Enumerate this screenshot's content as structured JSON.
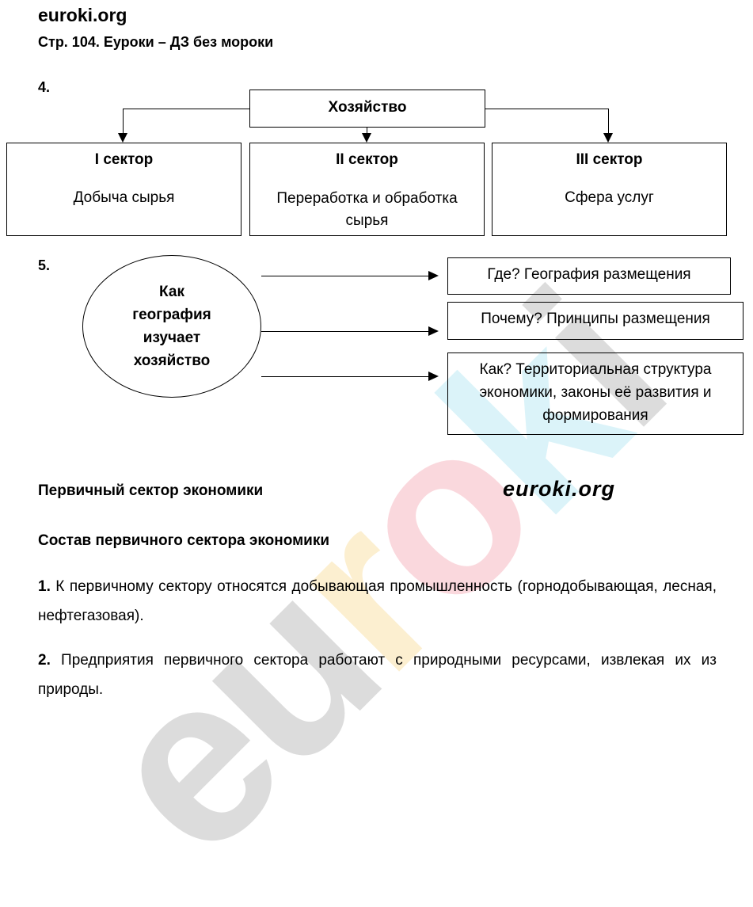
{
  "header": {
    "site": "euroki.org",
    "subtitle": "Стр. 104. Еуроки – ДЗ без мороки"
  },
  "watermark": "euroki",
  "task4": {
    "number": "4.",
    "root": "Хозяйство",
    "sectors": [
      {
        "title": "I сектор",
        "text": "Добыча сырья"
      },
      {
        "title": "II сектор",
        "text": "Переработка и обработка сырья"
      },
      {
        "title": "III сектор",
        "text": "Сфера услуг"
      }
    ]
  },
  "task5": {
    "number": "5.",
    "center": "Как география изучает хозяйство",
    "items": [
      "Где? География размещения",
      "Почему? Принципы размещения",
      "Как? Территориальная структура экономики, законы её развития и формирования"
    ]
  },
  "section": {
    "title": "Первичный сектор экономики",
    "logo": "euroki.org"
  },
  "subsection": {
    "title": "Состав первичного сектора экономики"
  },
  "paragraphs": [
    {
      "num": "1.",
      "text": " К первичному сектору относятся добывающая промышленность (горнодобывающая, лесная, нефтегазовая)."
    },
    {
      "num": "2.",
      "text": " Предприятия первичного сектора работают с природными ресурсами, извлекая их из природы."
    }
  ]
}
